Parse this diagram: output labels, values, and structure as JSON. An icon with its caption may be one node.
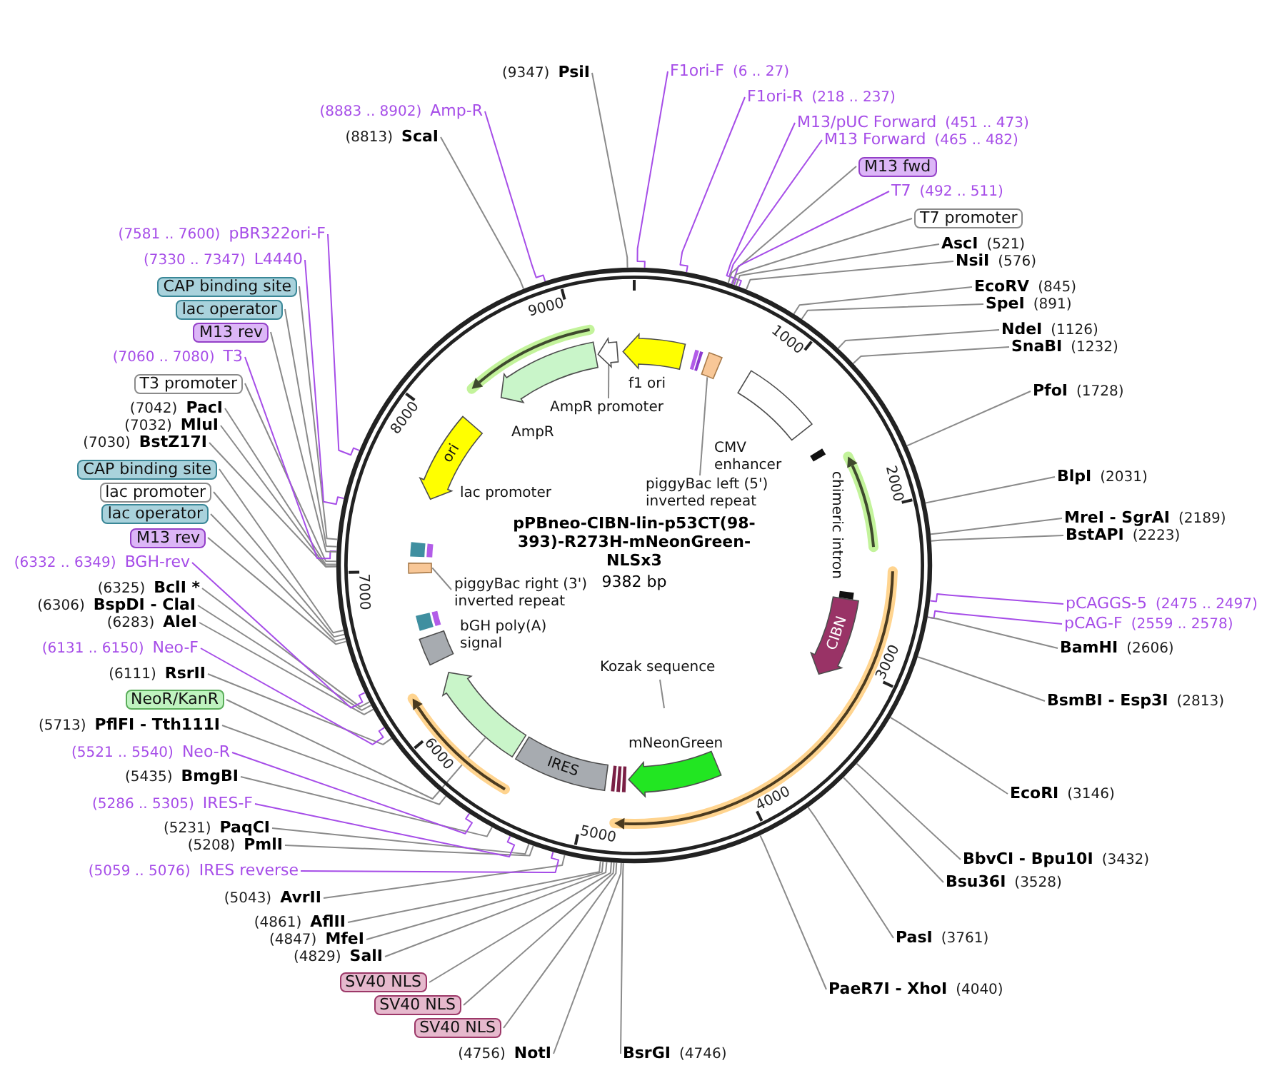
{
  "diagram": {
    "nodes": [
      {
        "text": [
          "pPBneo-CIBN-lin-p53CT(98-393)-R273H-mNeonGreen-NLSx3",
          "9382 bp"
        ]
      },
      {
        "text": [
          "f1 ori"
        ],
        "in": 0
      },
      {
        "text": [
          "piggyBac left (5') inverted repeat"
        ],
        "in": 0
      },
      {
        "text": [],
        "shape": "bar",
        "in": 0
      },
      {
        "text": [
          "CMV enhancer"
        ],
        "in": 0
      },
      {
        "text": [
          "chimeric intron"
        ],
        "in": 0
      },
      {
        "text": [
          "CIBN"
        ],
        "in": 0
      },
      {
        "text": [
          "Kozak sequence"
        ],
        "in": 0
      },
      {
        "text": [
          "mNeonGreen"
        ],
        "in": 0
      },
      {
        "text": [
          "IRES"
        ],
        "in": 0
      },
      {
        "text": [],
        "shape": "arrow",
        "in": 0
      },
      {
        "text": [
          "bGH poly(A) signal"
        ],
        "in": 0
      },
      {
        "text": [
          "piggyBac right (3') inverted repeat"
        ],
        "in": 0
      },
      {
        "text": [],
        "shape": "bar",
        "in": 0
      },
      {
        "text": [
          "lac promoter"
        ],
        "in": 0
      },
      {
        "text": [
          "ori"
        ],
        "in": 0
      },
      {
        "text": [
          "AmpR"
        ],
        "in": 0
      },
      {
        "text": [
          "AmpR promoter"
        ],
        "in": 0
      },
      {
        "text": [],
        "shape": "arrow",
        "in": 0
      },
      {
        "text": [
          "F1ori-F",
          "(6 .. 27)"
        ]
      },
      {
        "text": [
          "F1ori-R",
          "(218 .. 237)"
        ]
      },
      {
        "text": [
          "M13/pUC Forward",
          "(451 .. 473)"
        ]
      },
      {
        "text": [
          "M13 Forward",
          "(465 .. 482)"
        ]
      },
      {
        "text": [
          "M13 fwd"
        ]
      },
      {
        "text": [
          "T7",
          "(492 .. 511)"
        ]
      },
      {
        "text": [
          "T7 promoter"
        ]
      },
      {
        "text": [
          "AscI",
          "(521)"
        ]
      },
      {
        "text": [
          "NsiI",
          "(576)"
        ]
      },
      {
        "text": [
          "EcoRV",
          "(845)"
        ]
      },
      {
        "text": [
          "SpeI",
          "(891)"
        ]
      },
      {
        "text": [
          "NdeI",
          "(1126)"
        ]
      },
      {
        "text": [
          "SnaBI",
          "(1232)"
        ]
      },
      {
        "text": [
          "PfoI",
          "(1728)"
        ]
      },
      {
        "text": [
          "BlpI",
          "(2031)"
        ]
      },
      {
        "text": [
          "MreI - SgrAI",
          "(2189)"
        ]
      },
      {
        "text": [
          "BstAPI",
          "(2223)"
        ]
      },
      {
        "text": [
          "pCAGGS-5",
          "(2475 .. 2497)"
        ]
      },
      {
        "text": [
          "pCAG-F",
          "(2559 .. 2578)"
        ]
      },
      {
        "text": [
          "BamHI",
          "(2606)"
        ]
      },
      {
        "text": [
          "BsmBI - Esp3I",
          "(2813)"
        ]
      },
      {
        "text": [
          "EcoRI",
          "(3146)"
        ]
      },
      {
        "text": [
          "BbvCI - Bpu10I",
          "(3432)"
        ]
      },
      {
        "text": [
          "Bsu36I",
          "(3528)"
        ]
      },
      {
        "text": [
          "PasI",
          "(3761)"
        ]
      },
      {
        "text": [
          "PaeR7I - XhoI",
          "(4040)"
        ]
      },
      {
        "text": [
          "BsrGI",
          "(4746)"
        ]
      },
      {
        "text": [
          "(4756)",
          "NotI"
        ]
      },
      {
        "text": [
          "SV40 NLS"
        ]
      },
      {
        "text": [
          "SV40 NLS"
        ]
      },
      {
        "text": [
          "SV40 NLS"
        ]
      },
      {
        "text": [
          "(4829)",
          "SalI"
        ]
      },
      {
        "text": [
          "(4847)",
          "MfeI"
        ]
      },
      {
        "text": [
          "(4861)",
          "AflII"
        ]
      },
      {
        "text": [
          "(5043)",
          "AvrII"
        ]
      },
      {
        "text": [
          "(5059 .. 5076)",
          "IRES reverse"
        ]
      },
      {
        "text": [
          "(5208)",
          "PmlI"
        ]
      },
      {
        "text": [
          "(5231)",
          "PaqCI"
        ]
      },
      {
        "text": [
          "(5286 .. 5305)",
          "IRES-F"
        ]
      },
      {
        "text": [
          "(5435)",
          "BmgBI"
        ]
      },
      {
        "text": [
          "(5521 .. 5540)",
          "Neo-R"
        ]
      },
      {
        "text": [
          "(5713)",
          "PflFI - Tth111I"
        ]
      },
      {
        "text": [
          "NeoR/KanR"
        ]
      },
      {
        "text": [
          "(6111)",
          "RsrII"
        ]
      },
      {
        "text": [
          "(6131 .. 6150)",
          "Neo-F"
        ]
      },
      {
        "text": [
          "(6283)",
          "AleI"
        ]
      },
      {
        "text": [
          "(6306)",
          "BspDI - ClaI"
        ]
      },
      {
        "text": [
          "(6325)",
          "BclI *"
        ]
      },
      {
        "text": [
          "(6332 .. 6349)",
          "BGH-rev"
        ]
      },
      {
        "text": [
          "M13 rev"
        ]
      },
      {
        "text": [
          "lac operator"
        ]
      },
      {
        "text": [
          "lac promoter"
        ]
      },
      {
        "text": [
          "CAP binding site"
        ]
      },
      {
        "text": [
          "(7030)",
          "BstZ17I"
        ]
      },
      {
        "text": [
          "(7032)",
          "MluI"
        ]
      },
      {
        "text": [
          "(7042)",
          "PacI"
        ]
      },
      {
        "text": [
          "T3 promoter"
        ]
      },
      {
        "text": [
          "(7060 .. 7080)",
          "T3"
        ]
      },
      {
        "text": [
          "M13 rev"
        ]
      },
      {
        "text": [
          "lac operator"
        ]
      },
      {
        "text": [
          "CAP binding site"
        ]
      },
      {
        "text": [
          "(7330 .. 7347)",
          "L4440"
        ]
      },
      {
        "text": [
          "(7581 .. 7600)",
          "pBR322ori-F"
        ]
      },
      {
        "text": [
          "(8813)",
          "ScaI"
        ]
      },
      {
        "text": [
          "(8883 .. 8902)",
          "Amp-R"
        ]
      },
      {
        "text": [
          "(9347)",
          "PsiI"
        ]
      }
    ],
    "edges": [
      {
        "from": 2,
        "to": 3,
        "arrow": "none"
      },
      {
        "from": 7,
        "to": null,
        "arrow": "none"
      },
      {
        "from": 12,
        "to": 13,
        "arrow": "none"
      },
      {
        "from": 17,
        "to": 18,
        "arrow": "none"
      },
      {
        "from": 19,
        "to": 0,
        "arrow": "none",
        "color": "#a64de8"
      },
      {
        "from": 20,
        "to": 0,
        "arrow": "none",
        "color": "#a64de8"
      },
      {
        "from": 21,
        "to": 0,
        "arrow": "none",
        "color": "#a64de8"
      },
      {
        "from": 22,
        "to": 0,
        "arrow": "none",
        "color": "#a64de8"
      },
      {
        "from": 23,
        "to": 0,
        "arrow": "none"
      },
      {
        "from": 24,
        "to": 0,
        "arrow": "none",
        "color": "#a64de8"
      },
      {
        "from": 25,
        "to": 0,
        "arrow": "none"
      },
      {
        "from": 26,
        "to": 0,
        "arrow": "none"
      },
      {
        "from": 27,
        "to": 0,
        "arrow": "none"
      },
      {
        "from": 28,
        "to": 0,
        "arrow": "none"
      },
      {
        "from": 29,
        "to": 0,
        "arrow": "none"
      },
      {
        "from": 30,
        "to": 0,
        "arrow": "none"
      },
      {
        "from": 31,
        "to": 0,
        "arrow": "none"
      },
      {
        "from": 32,
        "to": 0,
        "arrow": "none"
      },
      {
        "from": 33,
        "to": 0,
        "arrow": "none"
      },
      {
        "from": 34,
        "to": 0,
        "arrow": "none"
      },
      {
        "from": 35,
        "to": 0,
        "arrow": "none"
      },
      {
        "from": 36,
        "to": 0,
        "arrow": "none",
        "color": "#a64de8"
      },
      {
        "from": 37,
        "to": 0,
        "arrow": "none",
        "color": "#a64de8"
      },
      {
        "from": 38,
        "to": 0,
        "arrow": "none"
      },
      {
        "from": 39,
        "to": 0,
        "arrow": "none"
      },
      {
        "from": 40,
        "to": 0,
        "arrow": "none"
      },
      {
        "from": 41,
        "to": 0,
        "arrow": "none"
      },
      {
        "from": 42,
        "to": 0,
        "arrow": "none"
      },
      {
        "from": 43,
        "to": 0,
        "arrow": "none"
      },
      {
        "from": 44,
        "to": 0,
        "arrow": "none"
      },
      {
        "from": 45,
        "to": 0,
        "arrow": "none"
      },
      {
        "from": 46,
        "to": 0,
        "arrow": "none"
      },
      {
        "from": 47,
        "to": 0,
        "arrow": "none"
      },
      {
        "from": 48,
        "to": 0,
        "arrow": "none"
      },
      {
        "from": 49,
        "to": 0,
        "arrow": "none"
      },
      {
        "from": 50,
        "to": 0,
        "arrow": "none"
      },
      {
        "from": 51,
        "to": 0,
        "arrow": "none"
      },
      {
        "from": 52,
        "to": 0,
        "arrow": "none"
      },
      {
        "from": 53,
        "to": 0,
        "arrow": "none"
      },
      {
        "from": 54,
        "to": 0,
        "arrow": "none",
        "color": "#a64de8"
      },
      {
        "from": 55,
        "to": 0,
        "arrow": "none"
      },
      {
        "from": 56,
        "to": 0,
        "arrow": "none"
      },
      {
        "from": 57,
        "to": 0,
        "arrow": "none",
        "color": "#a64de8"
      },
      {
        "from": 58,
        "to": 0,
        "arrow": "none"
      },
      {
        "from": 59,
        "to": 0,
        "arrow": "none",
        "color": "#a64de8"
      },
      {
        "from": 60,
        "to": 0,
        "arrow": "none"
      },
      {
        "from": 61,
        "to": 10,
        "arrow": "none"
      },
      {
        "from": 62,
        "to": 0,
        "arrow": "none"
      },
      {
        "from": 63,
        "to": 0,
        "arrow": "none",
        "color": "#a64de8"
      },
      {
        "from": 64,
        "to": 0,
        "arrow": "none"
      },
      {
        "from": 65,
        "to": 0,
        "arrow": "none"
      },
      {
        "from": 66,
        "to": 0,
        "arrow": "none"
      },
      {
        "from": 67,
        "to": 0,
        "arrow": "none",
        "color": "#a64de8"
      },
      {
        "from": 68,
        "to": 0,
        "arrow": "none"
      },
      {
        "from": 69,
        "to": 0,
        "arrow": "none"
      },
      {
        "from": 70,
        "to": 0,
        "arrow": "none"
      },
      {
        "from": 71,
        "to": 0,
        "arrow": "none"
      },
      {
        "from": 72,
        "to": 0,
        "arrow": "none"
      },
      {
        "from": 73,
        "to": 0,
        "arrow": "none"
      },
      {
        "from": 74,
        "to": 0,
        "arrow": "none"
      },
      {
        "from": 75,
        "to": 0,
        "arrow": "none"
      },
      {
        "from": 76,
        "to": 0,
        "arrow": "none",
        "color": "#a64de8"
      },
      {
        "from": 77,
        "to": 0,
        "arrow": "none"
      },
      {
        "from": 78,
        "to": 0,
        "arrow": "none"
      },
      {
        "from": 79,
        "to": 0,
        "arrow": "none"
      },
      {
        "from": 80,
        "to": 0,
        "arrow": "none",
        "color": "#a64de8"
      },
      {
        "from": 81,
        "to": 0,
        "arrow": "none",
        "color": "#a64de8"
      },
      {
        "from": 82,
        "to": 0,
        "arrow": "none"
      },
      {
        "from": 83,
        "to": 0,
        "arrow": "none",
        "color": "#a64de8"
      },
      {
        "from": 84,
        "to": 0,
        "arrow": "none"
      }
    ],
    "labels": [
      "9000",
      "1000",
      "8000",
      "2000",
      "7000",
      "3000",
      "6000",
      "4000",
      "5000"
    ]
  }
}
